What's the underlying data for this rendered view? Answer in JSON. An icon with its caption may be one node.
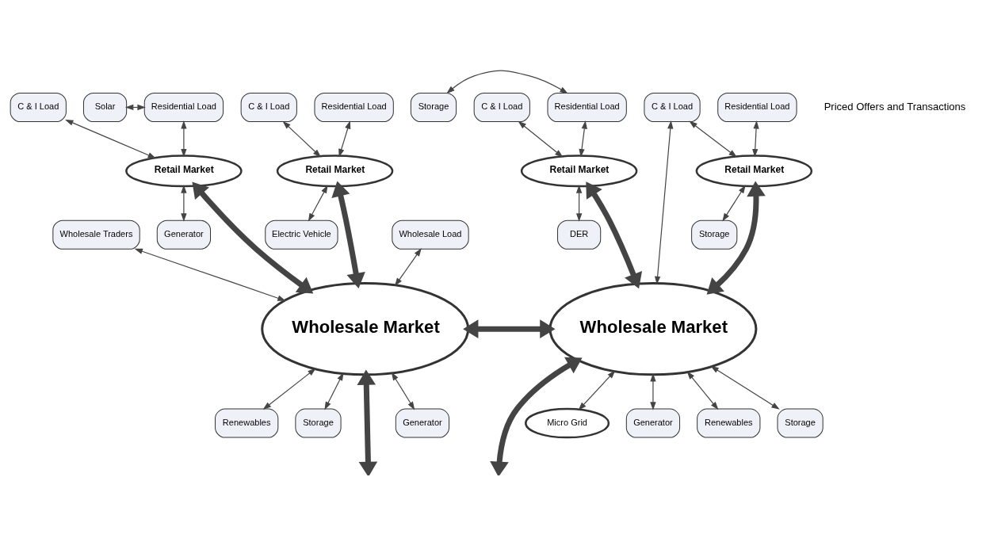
{
  "diagram": {
    "nodes": [
      {
        "text": [
          "Residential Load"
        ]
      },
      {
        "text": [
          "C & I Load"
        ]
      },
      {
        "text": [
          "Retail Market"
        ]
      },
      {
        "text": [
          "Electric Vehicle"
        ]
      },
      {
        "text": [
          "Residential Load"
        ]
      },
      {
        "text": [
          "C & I Load"
        ]
      },
      {
        "text": [
          "Solar"
        ]
      },
      {
        "text": [
          "Retail Market"
        ]
      },
      {
        "text": [
          "Generator"
        ]
      },
      {
        "text": [
          "Wholesale Load"
        ]
      },
      {
        "text": [
          "Wholesale Traders"
        ]
      },
      {
        "text": [
          "Wholesale Market"
        ]
      },
      {
        "text": [
          "Generator"
        ]
      },
      {
        "text": [
          "Renewables"
        ]
      },
      {
        "text": [
          "Storage"
        ]
      },
      {
        "text": [
          "Residential Load"
        ]
      },
      {
        "text": [
          "C & I Load"
        ]
      },
      {
        "text": [
          "Storage"
        ]
      },
      {
        "text": [
          "Retail Market"
        ]
      },
      {
        "text": [
          "DER"
        ]
      },
      {
        "text": [
          "Residential Load"
        ]
      },
      {
        "text": [
          "C & I Load"
        ]
      },
      {
        "text": [
          "Retail Market"
        ]
      },
      {
        "text": [
          "Storage"
        ]
      },
      {
        "text": [
          "Wholesale Market"
        ]
      },
      {
        "text": [
          "Micro Grid"
        ]
      },
      {
        "text": [
          "Generator"
        ]
      },
      {
        "text": [
          "Renewables"
        ]
      },
      {
        "text": [
          "Storage"
        ]
      }
    ],
    "edges": [
      {
        "from": 0,
        "to": 2,
        "arrow": "both"
      },
      {
        "from": 1,
        "to": 2,
        "arrow": "both"
      },
      {
        "from": 3,
        "to": 2,
        "arrow": "both"
      },
      {
        "from": 2,
        "to": 11,
        "arrow": "both",
        "style": "thick"
      },
      {
        "from": 6,
        "to": 4,
        "arrow": "both"
      },
      {
        "from": 4,
        "to": 7,
        "arrow": "both"
      },
      {
        "from": 5,
        "to": 7,
        "arrow": "both"
      },
      {
        "from": 8,
        "to": 7,
        "arrow": "both"
      },
      {
        "from": 7,
        "to": 11,
        "arrow": "both",
        "style": "thick"
      },
      {
        "from": 9,
        "to": 11,
        "arrow": "both"
      },
      {
        "from": 10,
        "to": 11,
        "arrow": "both"
      },
      {
        "from": 11,
        "to": null,
        "arrow": "both",
        "style": "thick"
      },
      {
        "from": 12,
        "to": 11,
        "arrow": "both"
      },
      {
        "from": 13,
        "to": 11,
        "arrow": "both"
      },
      {
        "from": 14,
        "to": 11,
        "arrow": "both"
      },
      {
        "from": 11,
        "to": 24,
        "arrow": "both",
        "style": "thick"
      },
      {
        "from": 17,
        "to": 15,
        "arrow": "both"
      },
      {
        "from": 15,
        "to": 18,
        "arrow": "both"
      },
      {
        "from": 16,
        "to": 18,
        "arrow": "both"
      },
      {
        "from": 19,
        "to": 18,
        "arrow": "both"
      },
      {
        "from": 18,
        "to": 24,
        "arrow": "both",
        "style": "thick"
      },
      {
        "from": 20,
        "to": 22,
        "arrow": "both"
      },
      {
        "from": 21,
        "to": 22,
        "arrow": "both"
      },
      {
        "from": 23,
        "to": 22,
        "arrow": "both"
      },
      {
        "from": 22,
        "to": 24,
        "arrow": "both",
        "style": "thick"
      },
      {
        "from": 21,
        "to": 24,
        "arrow": "both"
      },
      {
        "from": 25,
        "to": 24,
        "arrow": "both"
      },
      {
        "from": 26,
        "to": 24,
        "arrow": "both"
      },
      {
        "from": 27,
        "to": 24,
        "arrow": "both"
      },
      {
        "from": 28,
        "to": 24,
        "arrow": "both"
      },
      {
        "from": 24,
        "to": null,
        "arrow": "both",
        "style": "thick"
      }
    ],
    "legend": [
      {
        "text": "Priced Offers and Transactions"
      }
    ]
  }
}
